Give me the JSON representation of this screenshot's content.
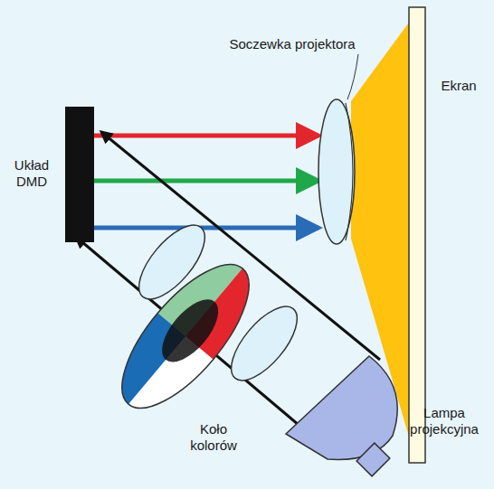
{
  "diagram": {
    "labels": [
      "Soczewka projektora",
      "Ekran",
      "Układ DMD",
      "Koło kolorów",
      "Lampa projekcyjna"
    ]
  }
}
